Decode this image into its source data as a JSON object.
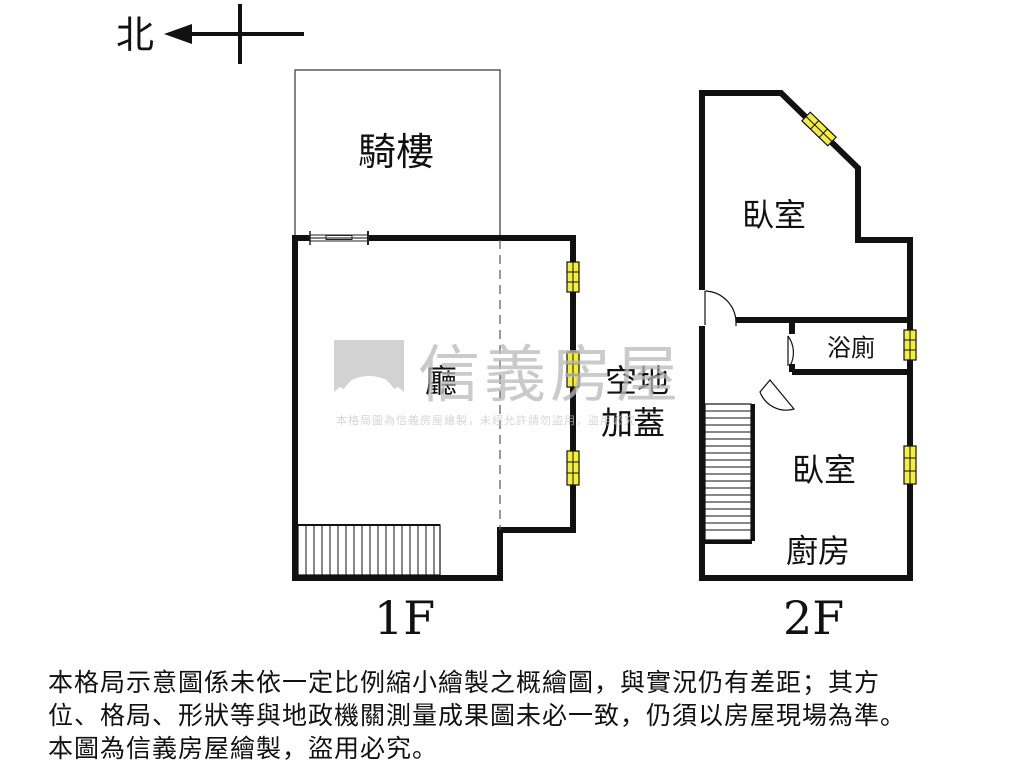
{
  "compass": {
    "north_label": "北"
  },
  "floor1": {
    "label": "1F",
    "rooms": {
      "arcade": "騎樓",
      "living": "廳",
      "addition_line1": "空地",
      "addition_line2": "加蓋"
    }
  },
  "floor2": {
    "label": "2F",
    "rooms": {
      "bedroom_upper": "臥室",
      "bathroom": "浴廁",
      "bedroom_lower": "臥室",
      "kitchen": "廚房"
    }
  },
  "watermark": {
    "brand": "信義房屋",
    "notice": "本格局圖為信義房屋繪製，未經允許請勿盜用，盜用必究"
  },
  "disclaimer": {
    "lines": [
      "本格局示意圖係未依一定比例縮小繪製之概繪圖，與實況仍有差距；其方",
      "位、格局、形狀等與地政機關測量成果圖未必一致，仍須以房屋現場為準。",
      "本圖為信義房屋繪製，盜用必究。"
    ]
  },
  "colors": {
    "wall": "#111111",
    "window": "#f5ee3a",
    "watermark": "#b9b9b9"
  }
}
